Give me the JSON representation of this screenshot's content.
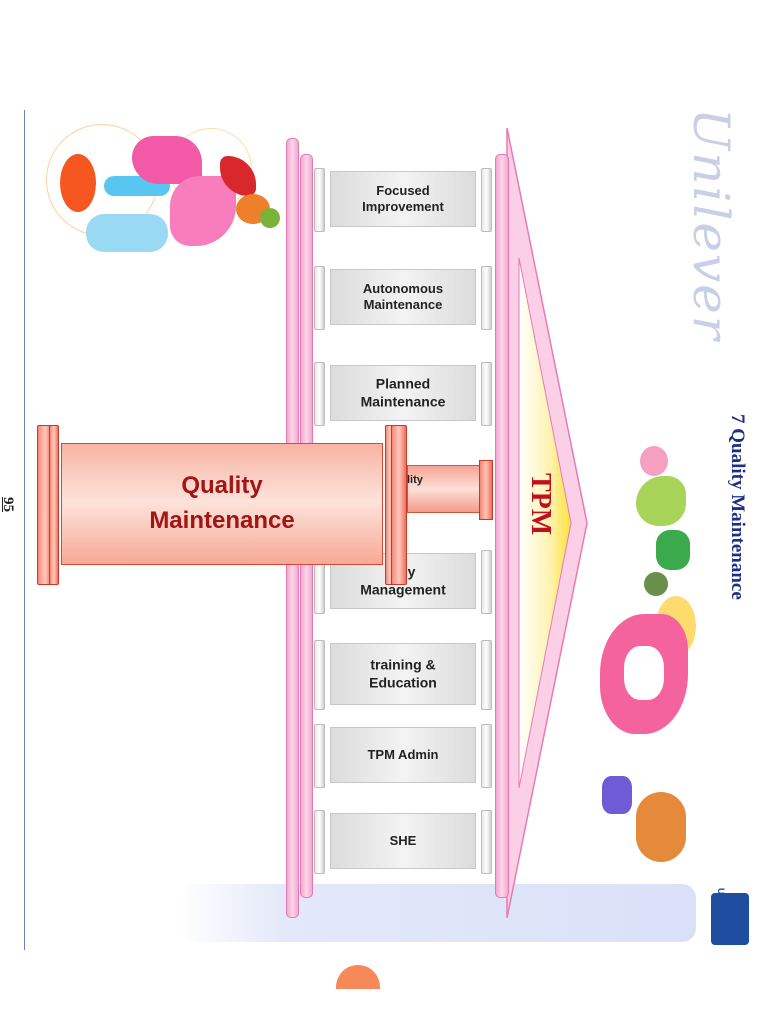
{
  "brand": {
    "wordmark": "Unilever",
    "logo_text": "Unilever"
  },
  "slide": {
    "title": "7 Quality Maintenance",
    "page_number": "95"
  },
  "diagram": {
    "arrow_label": "TPM",
    "highlight_pillar": {
      "line1": "Quality",
      "line2": "Maintenance"
    },
    "hidden_pillar_partial": "lity",
    "pillars": [
      {
        "line1": "Focused",
        "line2": "Improvement"
      },
      {
        "line1": "Autonomous",
        "line2": "Maintenance"
      },
      {
        "line1": "Planned",
        "line2": "Maintenance"
      },
      {
        "line1": "arly",
        "line2": "Management"
      },
      {
        "line1": "training &",
        "line2": "Education"
      },
      {
        "line1": "TPM Admin",
        "line2": ""
      },
      {
        "line1": "SHE",
        "line2": ""
      }
    ]
  },
  "colors": {
    "accent_pink": "#f3a7cf",
    "pillar_red": "#f38a78",
    "title_blue": "#1f2f88",
    "tpm_red": "#c0101e"
  }
}
